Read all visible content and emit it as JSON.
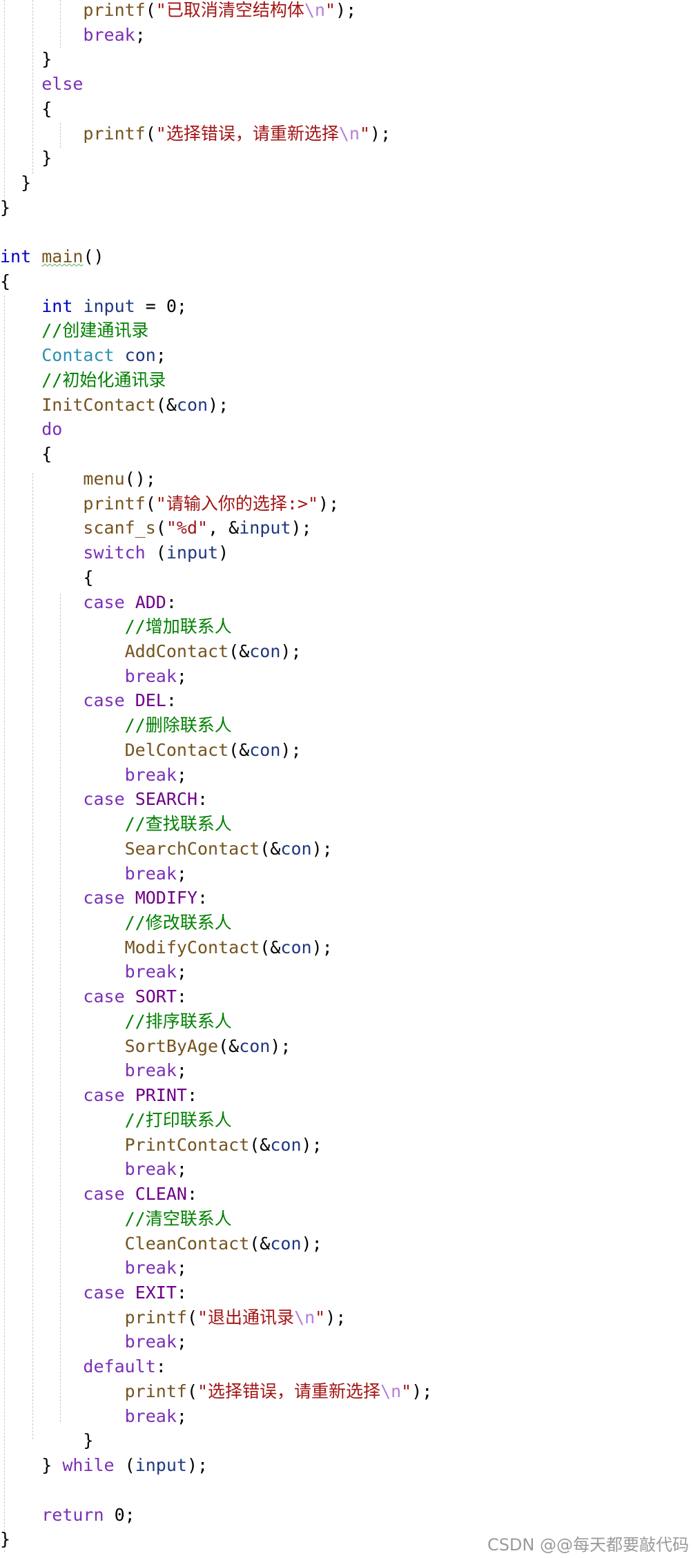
{
  "editor": {
    "lines": [
      [
        [
          "        ",
          "pl"
        ],
        [
          "printf",
          "fn"
        ],
        [
          "(",
          "pl"
        ],
        [
          "\"已取消清空结构体",
          "st"
        ],
        [
          "\\n",
          "es"
        ],
        [
          "\"",
          "st"
        ],
        [
          ");",
          "pl"
        ]
      ],
      [
        [
          "        ",
          "pl"
        ],
        [
          "break",
          "kw"
        ],
        [
          ";",
          "pl"
        ]
      ],
      [
        [
          "    ",
          "pl"
        ],
        [
          "}",
          "pl"
        ]
      ],
      [
        [
          "    ",
          "pl"
        ],
        [
          "else",
          "kw"
        ]
      ],
      [
        [
          "    ",
          "pl"
        ],
        [
          "{",
          "pl"
        ]
      ],
      [
        [
          "        ",
          "pl"
        ],
        [
          "printf",
          "fn"
        ],
        [
          "(",
          "pl"
        ],
        [
          "\"选择错误，请重新选择",
          "st"
        ],
        [
          "\\n",
          "es"
        ],
        [
          "\"",
          "st"
        ],
        [
          ");",
          "pl"
        ]
      ],
      [
        [
          "    ",
          "pl"
        ],
        [
          "}",
          "pl"
        ]
      ],
      [
        [
          "  ",
          "pl"
        ],
        [
          "}",
          "pl"
        ]
      ],
      [
        [
          "}",
          "pl"
        ]
      ],
      [],
      [
        [
          "int",
          "ty"
        ],
        [
          " ",
          "pl"
        ],
        [
          "main",
          "fnsq"
        ],
        [
          "()",
          "pl"
        ]
      ],
      [
        [
          "{",
          "pl"
        ]
      ],
      [
        [
          "    ",
          "pl"
        ],
        [
          "int",
          "ty"
        ],
        [
          " ",
          "pl"
        ],
        [
          "input",
          "vr"
        ],
        [
          " = 0;",
          "pl"
        ]
      ],
      [
        [
          "    ",
          "pl"
        ],
        [
          "//创建通讯录",
          "cm"
        ]
      ],
      [
        [
          "    ",
          "pl"
        ],
        [
          "Contact",
          "tn"
        ],
        [
          " ",
          "pl"
        ],
        [
          "con",
          "vr"
        ],
        [
          ";",
          "pl"
        ]
      ],
      [
        [
          "    ",
          "pl"
        ],
        [
          "//初始化通讯录",
          "cm"
        ]
      ],
      [
        [
          "    ",
          "pl"
        ],
        [
          "InitContact",
          "fn"
        ],
        [
          "(&",
          "pl"
        ],
        [
          "con",
          "vr"
        ],
        [
          ");",
          "pl"
        ]
      ],
      [
        [
          "    ",
          "pl"
        ],
        [
          "do",
          "kw"
        ]
      ],
      [
        [
          "    ",
          "pl"
        ],
        [
          "{",
          "pl"
        ]
      ],
      [
        [
          "        ",
          "pl"
        ],
        [
          "menu",
          "fn"
        ],
        [
          "();",
          "pl"
        ]
      ],
      [
        [
          "        ",
          "pl"
        ],
        [
          "printf",
          "fn"
        ],
        [
          "(",
          "pl"
        ],
        [
          "\"请输入你的选择:>\"",
          "st"
        ],
        [
          ");",
          "pl"
        ]
      ],
      [
        [
          "        ",
          "pl"
        ],
        [
          "scanf_s",
          "fn"
        ],
        [
          "(",
          "pl"
        ],
        [
          "\"%d\"",
          "st"
        ],
        [
          ", &",
          "pl"
        ],
        [
          "input",
          "vr"
        ],
        [
          ");",
          "pl"
        ]
      ],
      [
        [
          "        ",
          "pl"
        ],
        [
          "switch",
          "kw"
        ],
        [
          " (",
          "pl"
        ],
        [
          "input",
          "vr"
        ],
        [
          ")",
          "pl"
        ]
      ],
      [
        [
          "        ",
          "pl"
        ],
        [
          "{",
          "pl"
        ]
      ],
      [
        [
          "        ",
          "pl"
        ],
        [
          "case",
          "kw"
        ],
        [
          " ",
          "pl"
        ],
        [
          "ADD",
          "mc"
        ],
        [
          ":",
          "pl"
        ]
      ],
      [
        [
          "            ",
          "pl"
        ],
        [
          "//增加联系人",
          "cm"
        ]
      ],
      [
        [
          "            ",
          "pl"
        ],
        [
          "AddContact",
          "fn"
        ],
        [
          "(&",
          "pl"
        ],
        [
          "con",
          "vr"
        ],
        [
          ");",
          "pl"
        ]
      ],
      [
        [
          "            ",
          "pl"
        ],
        [
          "break",
          "kw"
        ],
        [
          ";",
          "pl"
        ]
      ],
      [
        [
          "        ",
          "pl"
        ],
        [
          "case",
          "kw"
        ],
        [
          " ",
          "pl"
        ],
        [
          "DEL",
          "mc"
        ],
        [
          ":",
          "pl"
        ]
      ],
      [
        [
          "            ",
          "pl"
        ],
        [
          "//删除联系人",
          "cm"
        ]
      ],
      [
        [
          "            ",
          "pl"
        ],
        [
          "DelContact",
          "fn"
        ],
        [
          "(&",
          "pl"
        ],
        [
          "con",
          "vr"
        ],
        [
          ");",
          "pl"
        ]
      ],
      [
        [
          "            ",
          "pl"
        ],
        [
          "break",
          "kw"
        ],
        [
          ";",
          "pl"
        ]
      ],
      [
        [
          "        ",
          "pl"
        ],
        [
          "case",
          "kw"
        ],
        [
          " ",
          "pl"
        ],
        [
          "SEARCH",
          "mc"
        ],
        [
          ":",
          "pl"
        ]
      ],
      [
        [
          "            ",
          "pl"
        ],
        [
          "//查找联系人",
          "cm"
        ]
      ],
      [
        [
          "            ",
          "pl"
        ],
        [
          "SearchContact",
          "fn"
        ],
        [
          "(&",
          "pl"
        ],
        [
          "con",
          "vr"
        ],
        [
          ");",
          "pl"
        ]
      ],
      [
        [
          "            ",
          "pl"
        ],
        [
          "break",
          "kw"
        ],
        [
          ";",
          "pl"
        ]
      ],
      [
        [
          "        ",
          "pl"
        ],
        [
          "case",
          "kw"
        ],
        [
          " ",
          "pl"
        ],
        [
          "MODIFY",
          "mc"
        ],
        [
          ":",
          "pl"
        ]
      ],
      [
        [
          "            ",
          "pl"
        ],
        [
          "//修改联系人",
          "cm"
        ]
      ],
      [
        [
          "            ",
          "pl"
        ],
        [
          "ModifyContact",
          "fn"
        ],
        [
          "(&",
          "pl"
        ],
        [
          "con",
          "vr"
        ],
        [
          ");",
          "pl"
        ]
      ],
      [
        [
          "            ",
          "pl"
        ],
        [
          "break",
          "kw"
        ],
        [
          ";",
          "pl"
        ]
      ],
      [
        [
          "        ",
          "pl"
        ],
        [
          "case",
          "kw"
        ],
        [
          " ",
          "pl"
        ],
        [
          "SORT",
          "mc"
        ],
        [
          ":",
          "pl"
        ]
      ],
      [
        [
          "            ",
          "pl"
        ],
        [
          "//排序联系人",
          "cm"
        ]
      ],
      [
        [
          "            ",
          "pl"
        ],
        [
          "SortByAge",
          "fn"
        ],
        [
          "(&",
          "pl"
        ],
        [
          "con",
          "vr"
        ],
        [
          ");",
          "pl"
        ]
      ],
      [
        [
          "            ",
          "pl"
        ],
        [
          "break",
          "kw"
        ],
        [
          ";",
          "pl"
        ]
      ],
      [
        [
          "        ",
          "pl"
        ],
        [
          "case",
          "kw"
        ],
        [
          " ",
          "pl"
        ],
        [
          "PRINT",
          "mc"
        ],
        [
          ":",
          "pl"
        ]
      ],
      [
        [
          "            ",
          "pl"
        ],
        [
          "//打印联系人",
          "cm"
        ]
      ],
      [
        [
          "            ",
          "pl"
        ],
        [
          "PrintContact",
          "fn"
        ],
        [
          "(&",
          "pl"
        ],
        [
          "con",
          "vr"
        ],
        [
          ");",
          "pl"
        ]
      ],
      [
        [
          "            ",
          "pl"
        ],
        [
          "break",
          "kw"
        ],
        [
          ";",
          "pl"
        ]
      ],
      [
        [
          "        ",
          "pl"
        ],
        [
          "case",
          "kw"
        ],
        [
          " ",
          "pl"
        ],
        [
          "CLEAN",
          "mc"
        ],
        [
          ":",
          "pl"
        ]
      ],
      [
        [
          "            ",
          "pl"
        ],
        [
          "//清空联系人",
          "cm"
        ]
      ],
      [
        [
          "            ",
          "pl"
        ],
        [
          "CleanContact",
          "fn"
        ],
        [
          "(&",
          "pl"
        ],
        [
          "con",
          "vr"
        ],
        [
          ");",
          "pl"
        ]
      ],
      [
        [
          "            ",
          "pl"
        ],
        [
          "break",
          "kw"
        ],
        [
          ";",
          "pl"
        ]
      ],
      [
        [
          "        ",
          "pl"
        ],
        [
          "case",
          "kw"
        ],
        [
          " ",
          "pl"
        ],
        [
          "EXIT",
          "mc"
        ],
        [
          ":",
          "pl"
        ]
      ],
      [
        [
          "            ",
          "pl"
        ],
        [
          "printf",
          "fn"
        ],
        [
          "(",
          "pl"
        ],
        [
          "\"退出通讯录",
          "st"
        ],
        [
          "\\n",
          "es"
        ],
        [
          "\"",
          "st"
        ],
        [
          ");",
          "pl"
        ]
      ],
      [
        [
          "            ",
          "pl"
        ],
        [
          "break",
          "kw"
        ],
        [
          ";",
          "pl"
        ]
      ],
      [
        [
          "        ",
          "pl"
        ],
        [
          "default",
          "kw"
        ],
        [
          ":",
          "pl"
        ]
      ],
      [
        [
          "            ",
          "pl"
        ],
        [
          "printf",
          "fn"
        ],
        [
          "(",
          "pl"
        ],
        [
          "\"选择错误，请重新选择",
          "st"
        ],
        [
          "\\n",
          "es"
        ],
        [
          "\"",
          "st"
        ],
        [
          ");",
          "pl"
        ]
      ],
      [
        [
          "            ",
          "pl"
        ],
        [
          "break",
          "kw"
        ],
        [
          ";",
          "pl"
        ]
      ],
      [
        [
          "        ",
          "pl"
        ],
        [
          "}",
          "pl"
        ]
      ],
      [
        [
          "    ",
          "pl"
        ],
        [
          "} ",
          "pl"
        ],
        [
          "while",
          "kw"
        ],
        [
          " (",
          "pl"
        ],
        [
          "input",
          "vr"
        ],
        [
          ");",
          "pl"
        ]
      ],
      [],
      [
        [
          "    ",
          "pl"
        ],
        [
          "return",
          "kw"
        ],
        [
          " 0;",
          "pl"
        ]
      ],
      [
        [
          "}",
          "pl"
        ]
      ]
    ]
  },
  "watermark": {
    "text": "CSDN @@每天都要敲代码"
  }
}
